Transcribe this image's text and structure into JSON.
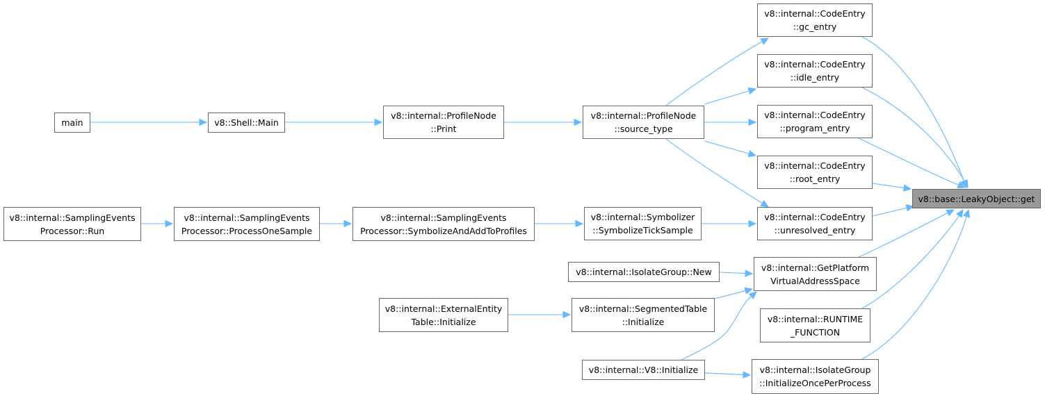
{
  "graph": {
    "nodes": {
      "target": {
        "line1": "v8::base::LeakyObject::get"
      },
      "gc": {
        "line1": "v8::internal::CodeEntry",
        "line2": "::gc_entry"
      },
      "idle": {
        "line1": "v8::internal::CodeEntry",
        "line2": "::idle_entry"
      },
      "program": {
        "line1": "v8::internal::CodeEntry",
        "line2": "::program_entry"
      },
      "root": {
        "line1": "v8::internal::CodeEntry",
        "line2": "::root_entry"
      },
      "unresolved": {
        "line1": "v8::internal::CodeEntry",
        "line2": "::unresolved_entry"
      },
      "gpvas": {
        "line1": "v8::internal::GetPlatform",
        "line2": "VirtualAddressSpace"
      },
      "runtime": {
        "line1": "v8::internal::RUNTIME",
        "line2": "_FUNCTION"
      },
      "iopp": {
        "line1": "v8::internal::IsolateGroup",
        "line2": "::InitializeOncePerProcess"
      },
      "source_type": {
        "line1": "v8::internal::ProfileNode",
        "line2": "::source_type"
      },
      "symtick": {
        "line1": "v8::internal::Symbolizer",
        "line2": "::SymbolizeTickSample"
      },
      "ig_new": {
        "line1": "v8::internal::IsolateGroup::New"
      },
      "seg_init": {
        "line1": "v8::internal::SegmentedTable",
        "line2": "::Initialize"
      },
      "v8_init": {
        "line1": "v8::internal::V8::Initialize"
      },
      "pn_print": {
        "line1": "v8::internal::ProfileNode",
        "line2": "::Print"
      },
      "symadd": {
        "line1": "v8::internal::SamplingEvents",
        "line2": "Processor::SymbolizeAndAddToProfiles"
      },
      "ext_init": {
        "line1": "v8::internal::ExternalEntity",
        "line2": "Table::Initialize"
      },
      "shell_main": {
        "line1": "v8::Shell::Main"
      },
      "pos": {
        "line1": "v8::internal::SamplingEvents",
        "line2": "Processor::ProcessOneSample"
      },
      "main": {
        "line1": "main"
      },
      "sep_run": {
        "line1": "v8::internal::SamplingEvents",
        "line2": "Processor::Run"
      }
    },
    "edges": [
      {
        "from": "gc",
        "to": "target"
      },
      {
        "from": "idle",
        "to": "target"
      },
      {
        "from": "program",
        "to": "target"
      },
      {
        "from": "root",
        "to": "target"
      },
      {
        "from": "unresolved",
        "to": "target"
      },
      {
        "from": "gpvas",
        "to": "target"
      },
      {
        "from": "runtime",
        "to": "target"
      },
      {
        "from": "iopp",
        "to": "target"
      },
      {
        "from": "source_type",
        "to": "gc"
      },
      {
        "from": "source_type",
        "to": "idle"
      },
      {
        "from": "source_type",
        "to": "program"
      },
      {
        "from": "source_type",
        "to": "root"
      },
      {
        "from": "source_type",
        "to": "unresolved"
      },
      {
        "from": "symtick",
        "to": "unresolved"
      },
      {
        "from": "ig_new",
        "to": "gpvas"
      },
      {
        "from": "seg_init",
        "to": "gpvas"
      },
      {
        "from": "v8_init",
        "to": "gpvas"
      },
      {
        "from": "v8_init",
        "to": "iopp"
      },
      {
        "from": "pn_print",
        "to": "source_type"
      },
      {
        "from": "symadd",
        "to": "symtick"
      },
      {
        "from": "ext_init",
        "to": "seg_init"
      },
      {
        "from": "shell_main",
        "to": "pn_print"
      },
      {
        "from": "pos",
        "to": "symadd"
      },
      {
        "from": "main",
        "to": "shell_main"
      },
      {
        "from": "sep_run",
        "to": "pos"
      }
    ]
  },
  "colors": {
    "edge": "#63b8ff",
    "node_border": "#666666",
    "target_fill": "#999999"
  }
}
